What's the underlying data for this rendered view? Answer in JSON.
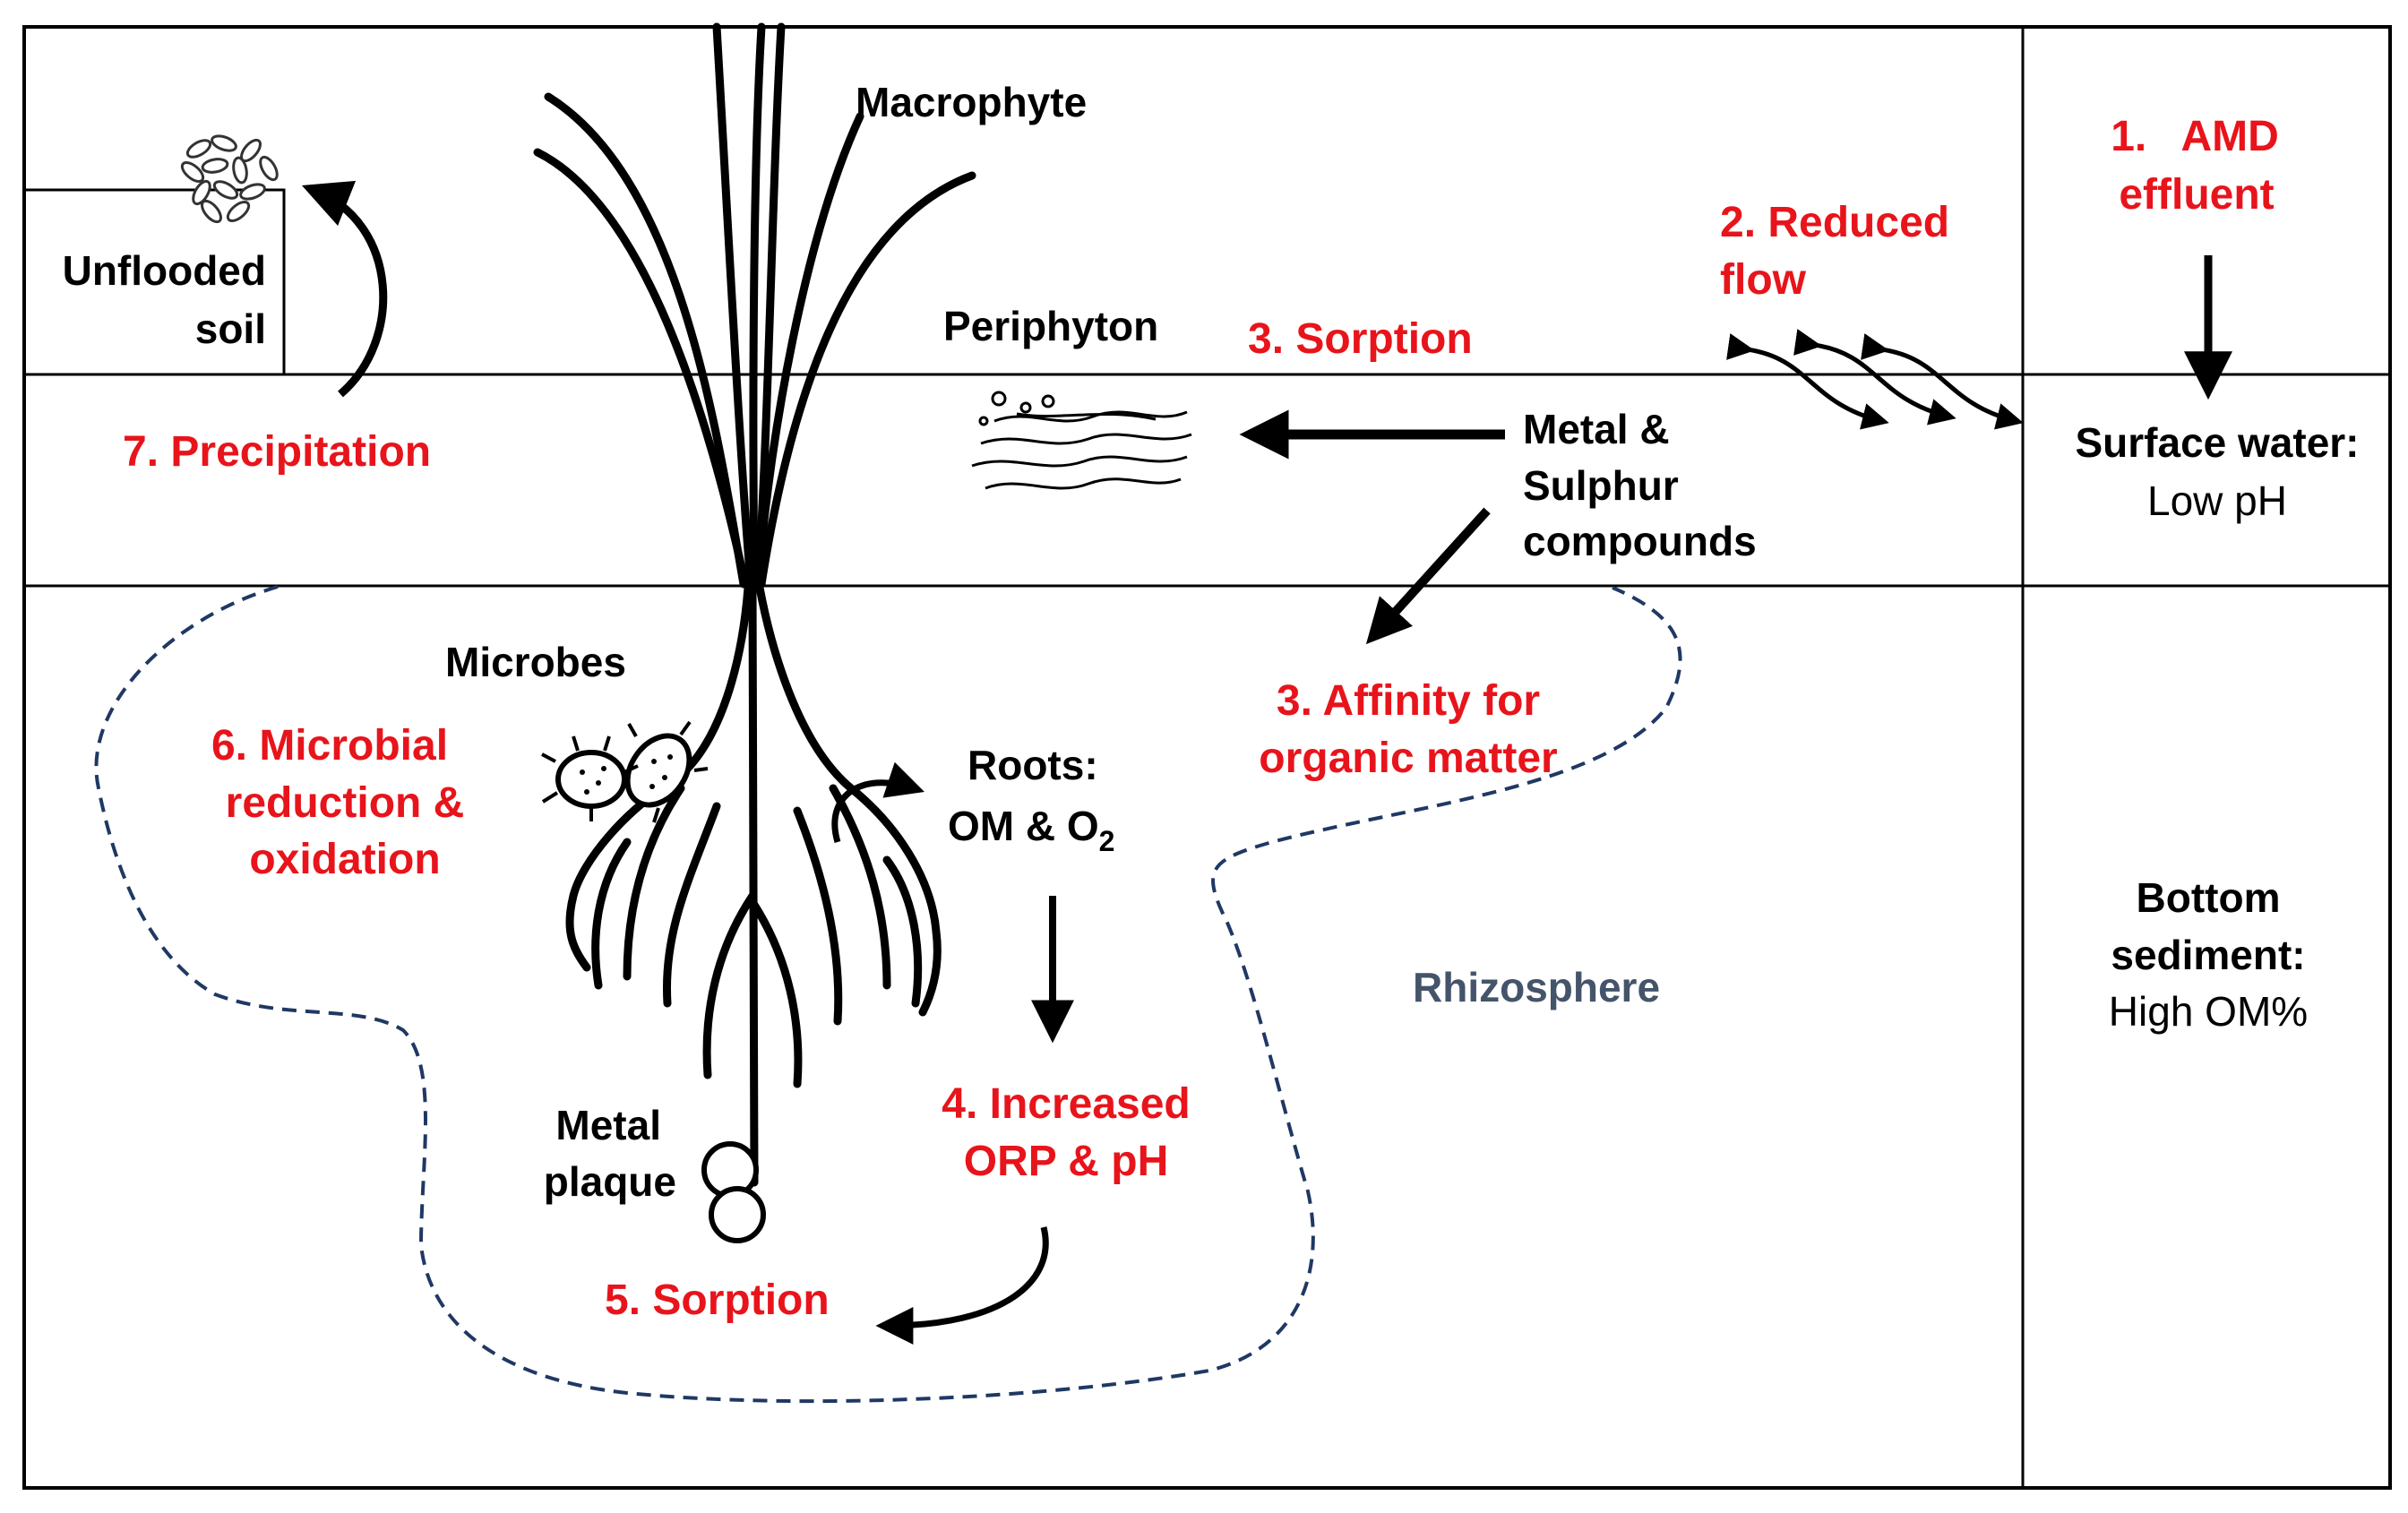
{
  "colors": {
    "process_text": "#e8141b",
    "label_text": "#000000",
    "rhizosphere_text": "#44546a",
    "dashed_boundary": "#1f3864"
  },
  "labels": {
    "macrophyte": "Macrophyte",
    "unflooded_soil_1": "Unflooded",
    "unflooded_soil_2": "soil",
    "periphyton": "Periphyton",
    "metal_1": "Metal &",
    "metal_2": "Sulphur",
    "metal_3": "compounds",
    "surface_water_1": "Surface water:",
    "surface_water_2": "Low pH",
    "microbes": "Microbes",
    "roots_1": "Roots:",
    "roots_2": "OM & O",
    "roots_sub": "2",
    "metal_plaque_1": "Metal",
    "metal_plaque_2": "plaque",
    "rhizosphere": "Rhizosphere",
    "bottom_1": "Bottom",
    "bottom_2": "sediment:",
    "bottom_3": "High OM%"
  },
  "processes": {
    "p1_a": "1.   AMD",
    "p1_b": "effluent",
    "p2_a": "2. Reduced",
    "p2_b": "flow",
    "p3_sorption": "3. Sorption",
    "p3_aff_a": "3. Affinity for",
    "p3_aff_b": "organic matter",
    "p4_a": "4. Increased",
    "p4_b": "ORP & pH",
    "p5": "5. Sorption",
    "p6_a": "6. Microbial",
    "p6_b": "reduction &",
    "p6_c": "oxidation",
    "p7": "7. Precipitation"
  },
  "icons": [
    "bacteria-cluster-icon",
    "periphyton-icon",
    "microbes-icon",
    "metal-plaque-icon",
    "macrophyte-plant-icon"
  ]
}
